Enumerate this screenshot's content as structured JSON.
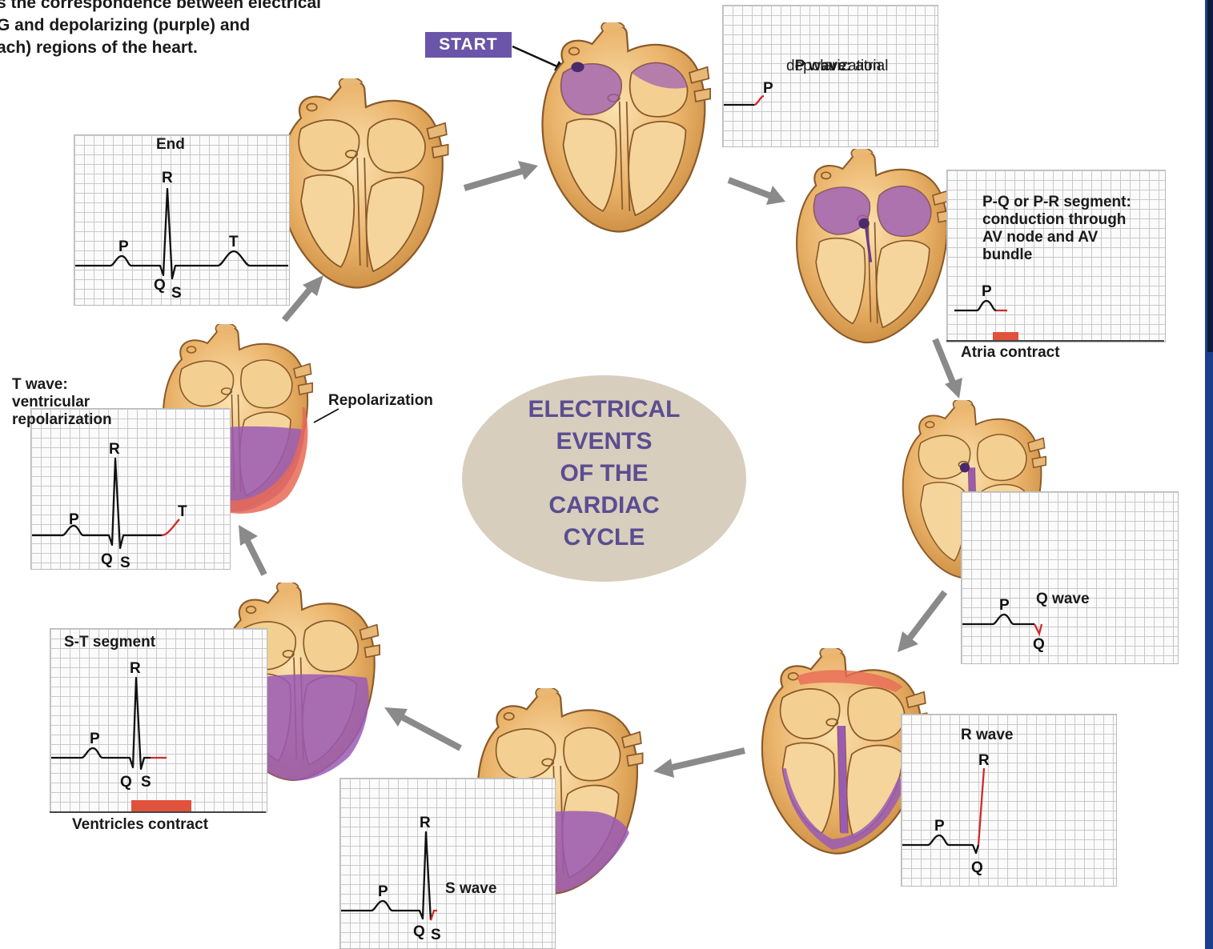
{
  "caption": "s the correspondence between electrical\nG and depolarizing (purple) and\nach) regions of the heart.",
  "start_label": "START",
  "center_title": "ELECTRICAL\nEVENTS\nOF THE\nCARDIAC\nCYCLE",
  "colors": {
    "depolarizing": "#9a5bb5",
    "repolarizing": "#e86a55",
    "heart_tissue": "#e6b673",
    "center_ellipse": "#d8cebd",
    "title_text": "#5b4d91",
    "start_badge": "#6a55a8",
    "ecg_highlight": "#d02a2a"
  },
  "stages": {
    "p_wave": {
      "title_bold": "P wave:",
      "title_rest": " atrial",
      "title_line2": "depolarization",
      "p": "P"
    },
    "pq_segment": {
      "title_line1": "P-Q or P-R segment:",
      "title_line2": "conduction through",
      "title_line3": "AV node and AV",
      "title_line4": "bundle",
      "p": "P",
      "bar_label": "Atria contract"
    },
    "q_wave": {
      "title": "Q wave",
      "p": "P",
      "q": "Q"
    },
    "r_wave": {
      "title": "R wave",
      "p": "P",
      "r": "R",
      "q": "Q"
    },
    "s_wave": {
      "title": "S wave",
      "p": "P",
      "r": "R",
      "q": "Q",
      "s": "S"
    },
    "st_segment": {
      "title": "S-T segment",
      "p": "P",
      "r": "R",
      "q": "Q",
      "s": "S",
      "bar_label": "Ventricles contract"
    },
    "t_wave": {
      "title_line1": "T wave:",
      "title_line2": "ventricular",
      "title_line3": "repolarization",
      "p": "P",
      "r": "R",
      "q": "Q",
      "s": "S",
      "t": "T",
      "heart_label": "Repolarization"
    },
    "end": {
      "title": "End",
      "p": "P",
      "r": "R",
      "q": "Q",
      "s": "S",
      "t": "T"
    }
  }
}
